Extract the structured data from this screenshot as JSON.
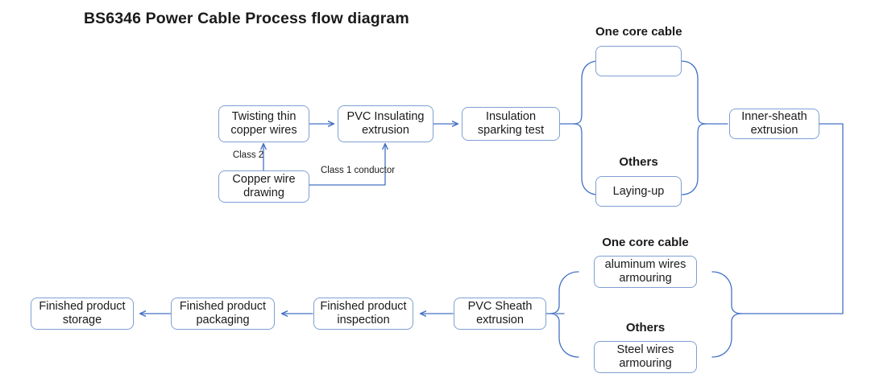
{
  "title": "BS6346 Power Cable Process flow diagram",
  "colors": {
    "node_border": "#7f9fd4",
    "connector": "#4472c4",
    "thick_arrow": "#3c63a8",
    "text": "#1a1a1a",
    "background": "#ffffff"
  },
  "nodes": {
    "twisting": "Twisting thin copper wires",
    "pvc_insulating": "PVC Insulating extrusion",
    "sparking": "Insulation sparking test",
    "copper_drawing": "Copper wire drawing",
    "one_core_top": "",
    "laying_up": "Laying-up",
    "inner_sheath": "Inner-sheath extrusion",
    "aluminum_armouring": "aluminum wires armouring",
    "steel_armouring": "Steel wires armouring",
    "pvc_sheath": "PVC Sheath extrusion",
    "inspection": "Finished product inspection",
    "packaging": "Finished product packaging",
    "storage": "Finished product storage"
  },
  "group_labels": {
    "one_core_cable_top": "One core cable",
    "others_top": "Others",
    "one_core_cable_bottom": "One core cable",
    "others_bottom": "Others"
  },
  "edge_labels": {
    "class2": "Class 2",
    "class1_conductor": "Class 1 conductor"
  },
  "icons": {
    "pass_through_arrow": "thick-right-arrow-icon"
  }
}
